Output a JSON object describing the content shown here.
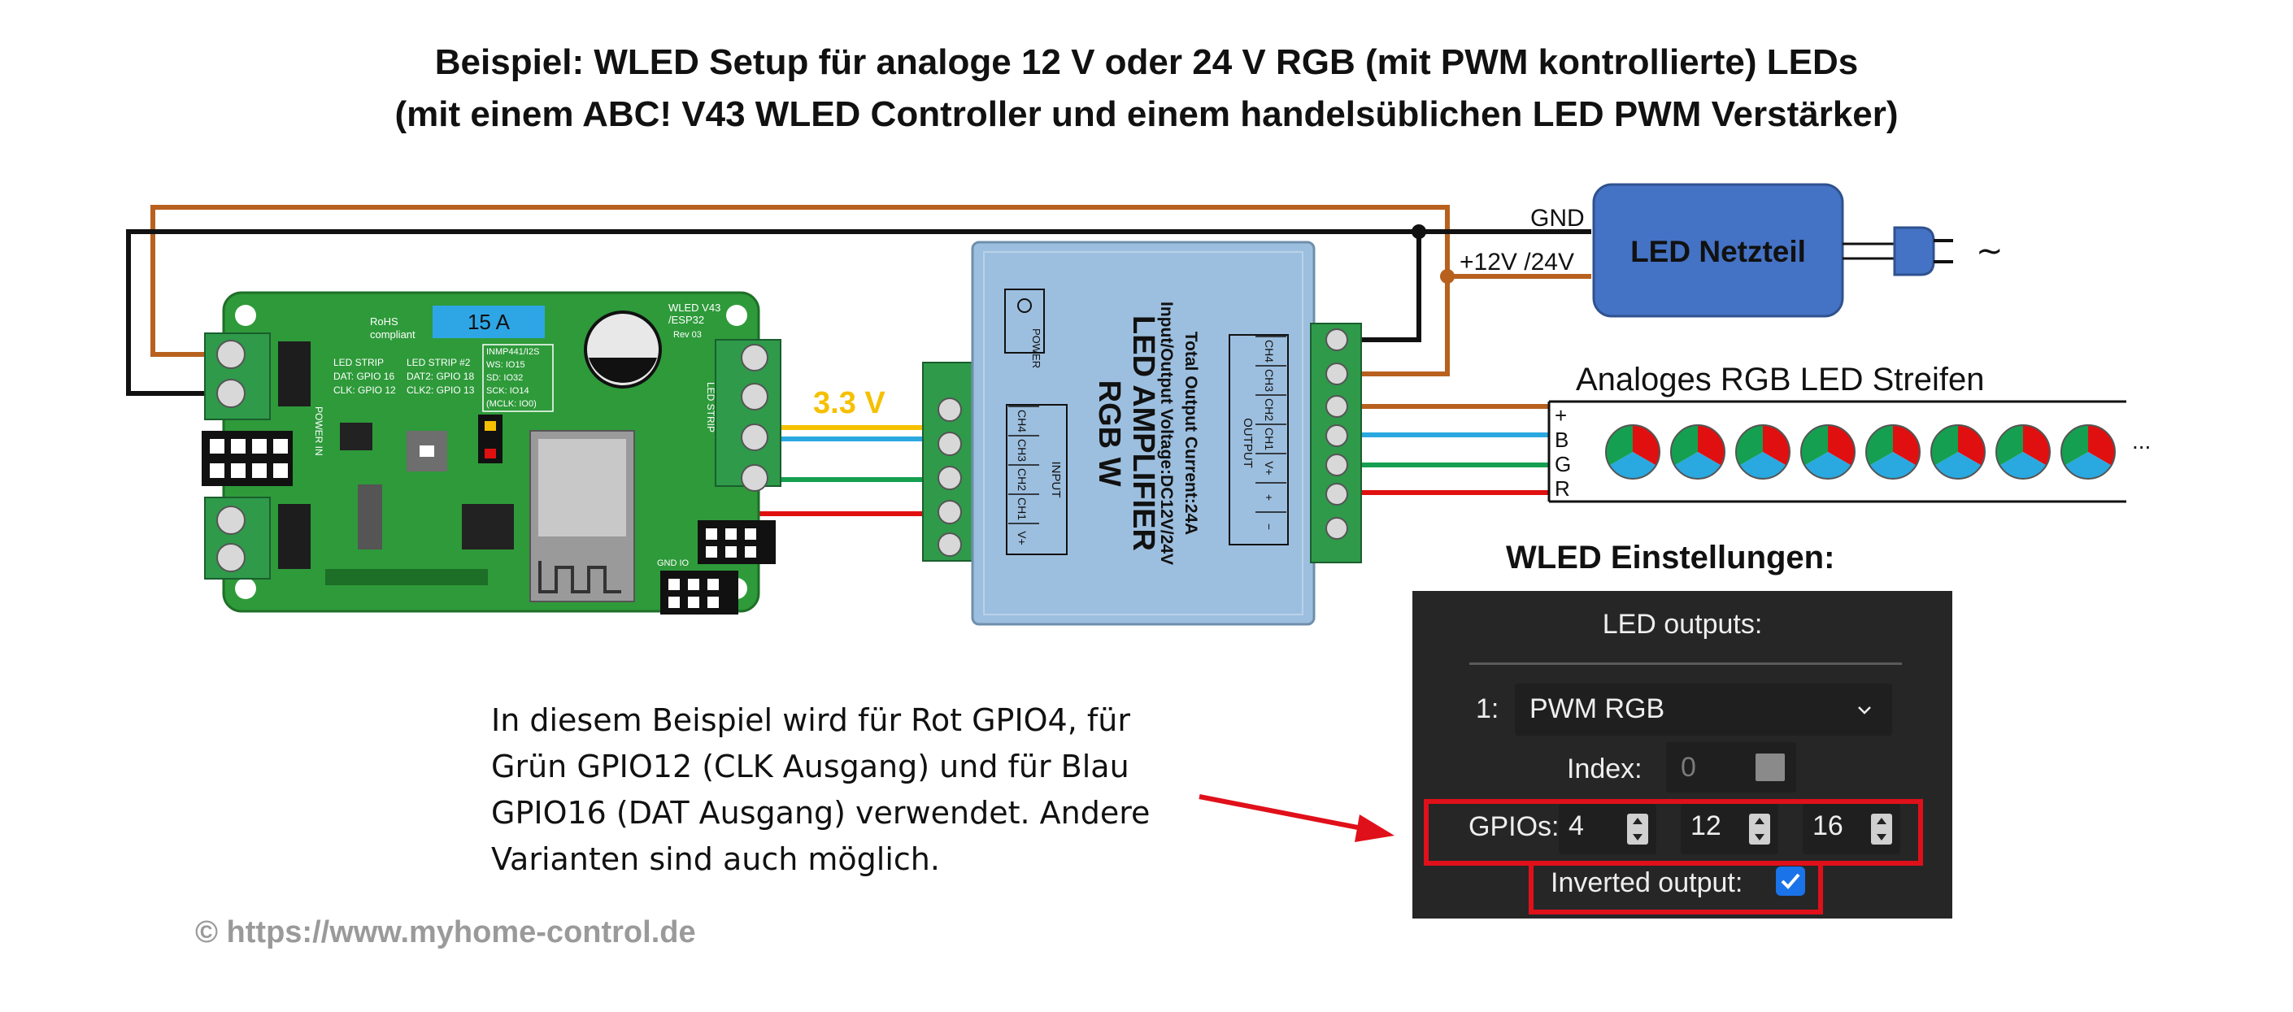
{
  "title": {
    "line1": "Beispiel: WLED Setup für analoge 12 V oder 24 V RGB (mit PWM kontrollierte) LEDs",
    "line2": "(mit einem ABC! V43 WLED Controller und einem handelsüblichen LED PWM Verstärker)"
  },
  "psu": {
    "label": "LED Netzteil",
    "gnd_label": "GND",
    "vplus_label": "+12V /24V",
    "ac_symbol": "~"
  },
  "controller": {
    "fuse_label": "15 A",
    "rohs": "RoHS",
    "rohs2": "compliant",
    "model": "WLED V43",
    "model2": "/ESP32",
    "rev": "Rev 03",
    "strip1": "LED STRIP",
    "strip1_dat": "DAT: GPIO 16",
    "strip1_clk": "CLK: GPIO 12",
    "strip2": "LED STRIP #2",
    "strip2_dat": "DAT2: GPIO 18",
    "strip2_clk": "CLK2: GPIO 13",
    "inmp_title": "INMP441/I2S",
    "inmp_ws": "WS: IO15",
    "inmp_sd": "SD: IO32",
    "inmp_sck": "SCK: IO14",
    "inmp_mclk": "(MCLK: IO0)",
    "voltage_label": "3.3 V",
    "power_in": "POWER IN",
    "led_strip_side": "LED STRIP",
    "gnd_io": "GND IO"
  },
  "amplifier": {
    "name1": "RGB W",
    "name2": "LED AMPLIFIER",
    "voltage": "Input/Output Voltage:DC12V/24V",
    "current": "Total Output Current:24A",
    "input_label": "INPUT",
    "output_label": "OUTPUT",
    "power_label": "POWER",
    "in_pins": [
      "CH4",
      "CH3",
      "CH2",
      "CH1",
      "V+"
    ],
    "out_pins": [
      "CH4",
      "CH3",
      "CH2",
      "CH1",
      "V+"
    ],
    "power_pins": [
      "+",
      "−"
    ]
  },
  "strip": {
    "title": "Analoges RGB LED Streifen",
    "pin_labels": [
      "+",
      "B",
      "G",
      "R"
    ],
    "ellipsis": "...",
    "led_count": 8
  },
  "wled": {
    "heading": "WLED Einstellungen:",
    "panel_title": "LED outputs:",
    "row_number": "1:",
    "type_value": "PWM RGB",
    "index_label": "Index:",
    "index_placeholder": "0",
    "gpios_label": "GPIOs:",
    "gpio_values": [
      "4",
      "12",
      "16"
    ],
    "inverted_label": "Inverted output:",
    "inverted_checked": true
  },
  "note": {
    "line1": "In diesem Beispiel wird für Rot GPIO4, für",
    "line2": "Grün GPIO12 (CLK Ausgang) und für Blau",
    "line3": "GPIO16 (DAT Ausgang) verwendet. Andere",
    "line4": "Varianten sind auch möglich."
  },
  "copyright": "© https://www.myhome-control.de",
  "colors": {
    "wire_brown": "#b8611f",
    "wire_black": "#111111",
    "wire_blue": "#2aa8e0",
    "wire_green": "#14a050",
    "wire_red": "#e01010",
    "wire_yellow": "#f5c000",
    "pcb_green": "#2e9a3a",
    "terminal_green": "#2f9a4a",
    "psu_blue": "#4472c4",
    "amp_blue": "#9dbfdf",
    "panel_dark": "#262626",
    "highlight_red": "#e0101a",
    "checkbox_blue": "#1a73e8"
  }
}
